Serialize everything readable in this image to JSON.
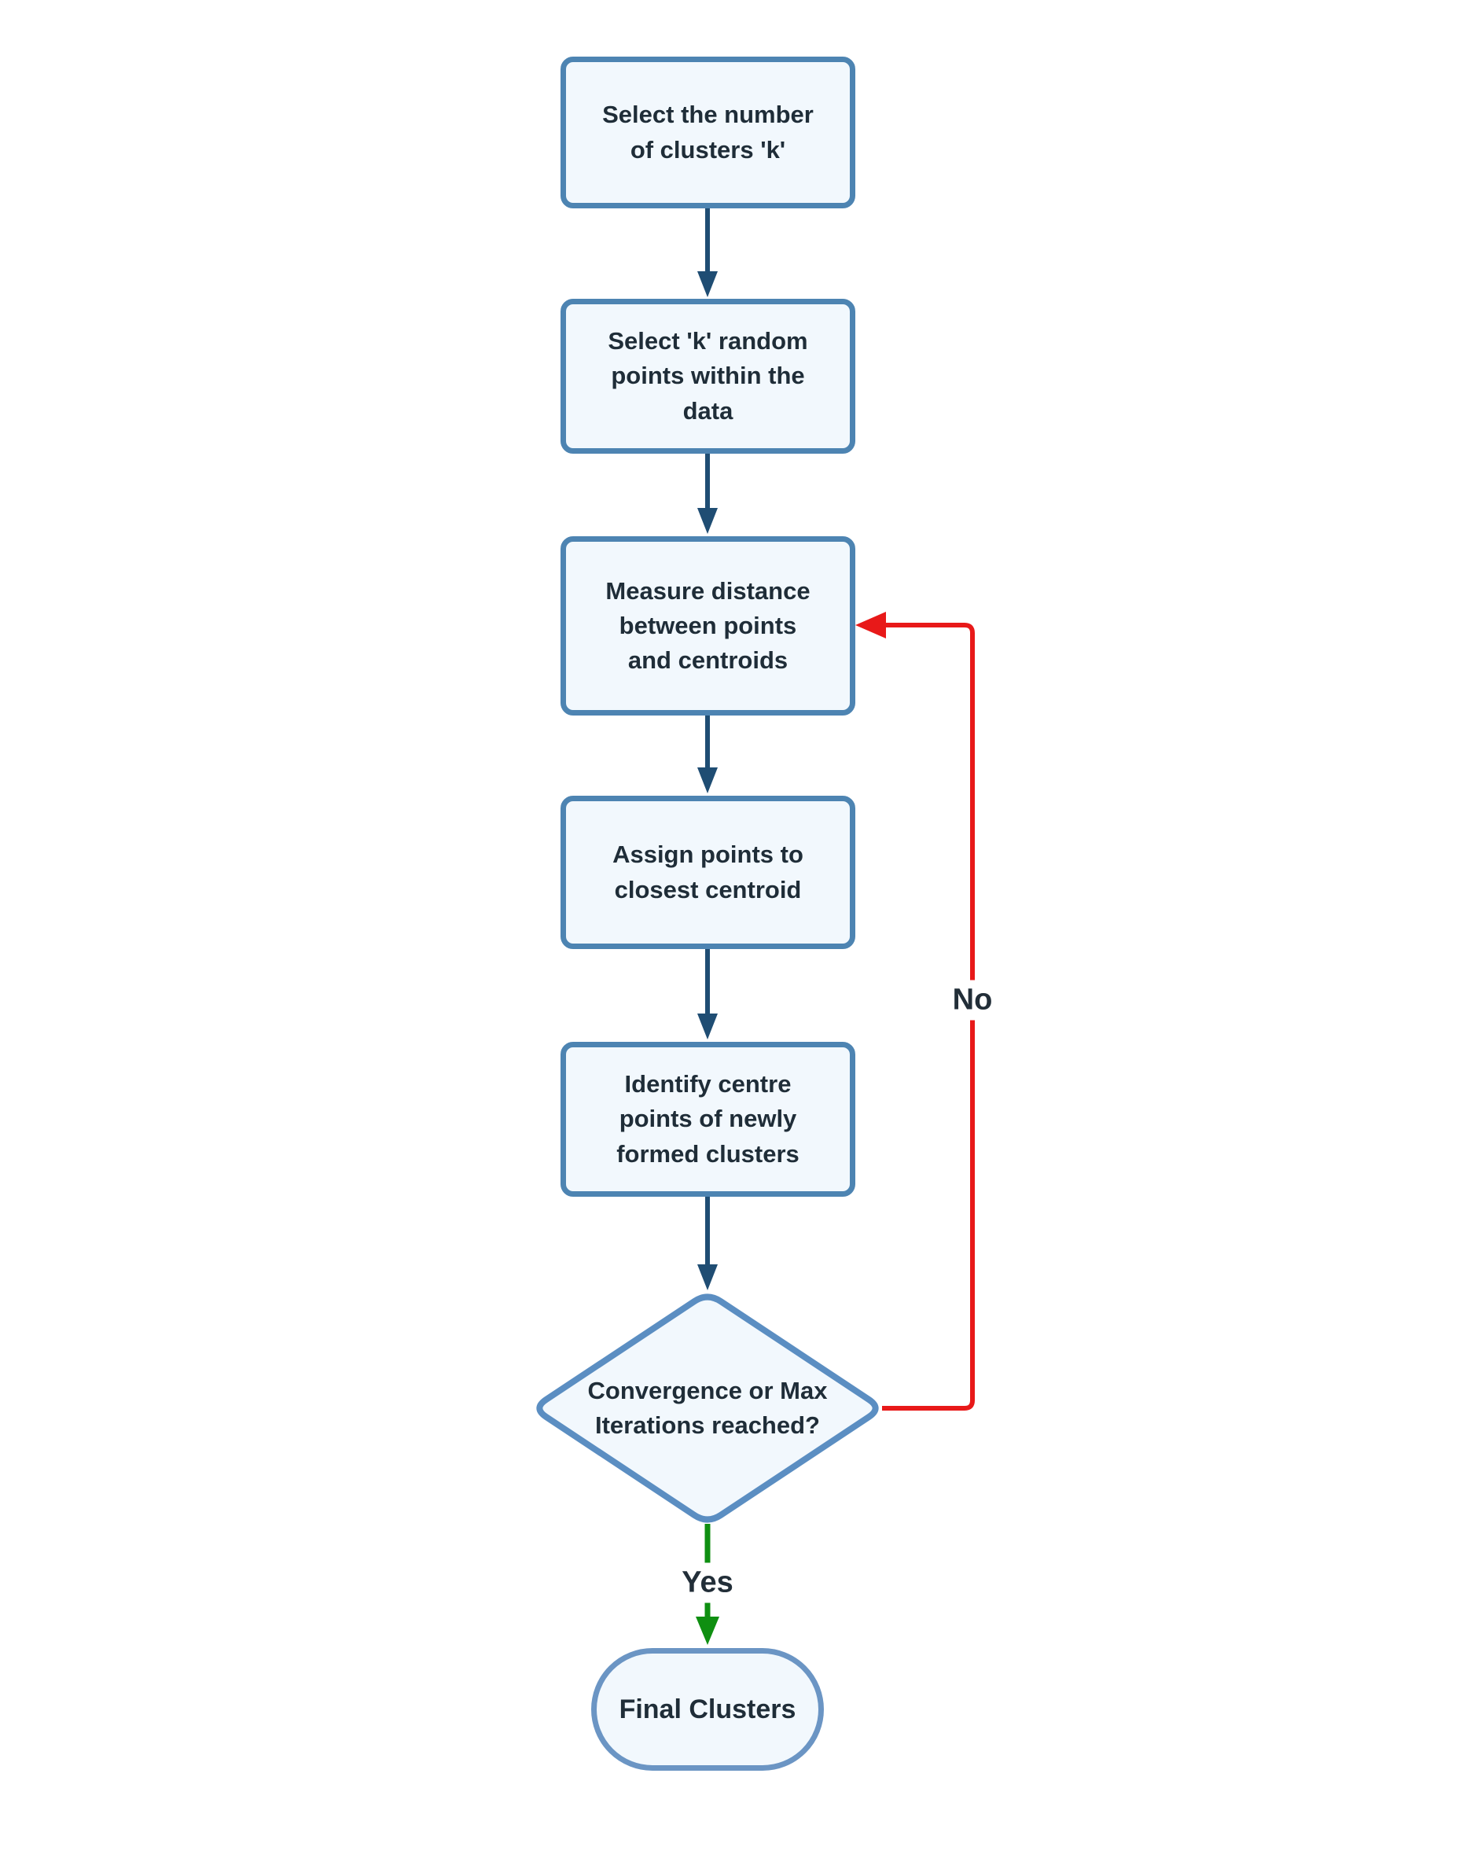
{
  "flowchart": {
    "nodes": [
      {
        "id": "select-k",
        "shape": "process",
        "label": "Select the number of clusters 'k'"
      },
      {
        "id": "select-random-points",
        "shape": "process",
        "label": "Select 'k' random points within the data"
      },
      {
        "id": "measure-distance",
        "shape": "process",
        "label": "Measure distance between points and centroids"
      },
      {
        "id": "assign-points",
        "shape": "process",
        "label": "Assign points to closest centroid"
      },
      {
        "id": "identify-centres",
        "shape": "process",
        "label": "Identify centre points of newly formed clusters"
      },
      {
        "id": "convergence-check",
        "shape": "decision",
        "label": "Convergence or Max Iterations reached?"
      },
      {
        "id": "final-clusters",
        "shape": "terminator",
        "label": "Final Clusters"
      }
    ],
    "edge_labels": {
      "no": "No",
      "yes": "Yes"
    },
    "colors": {
      "shape_fill": "#f2f8fd",
      "process_border": "#4d84b2",
      "decision_border": "#5b8ec2",
      "terminator_border": "#6b95c4",
      "flow_arrow": "#1f4d73",
      "no_branch": "#e81919",
      "yes_branch": "#0f8f11",
      "label_text": "#1f2d38"
    }
  }
}
